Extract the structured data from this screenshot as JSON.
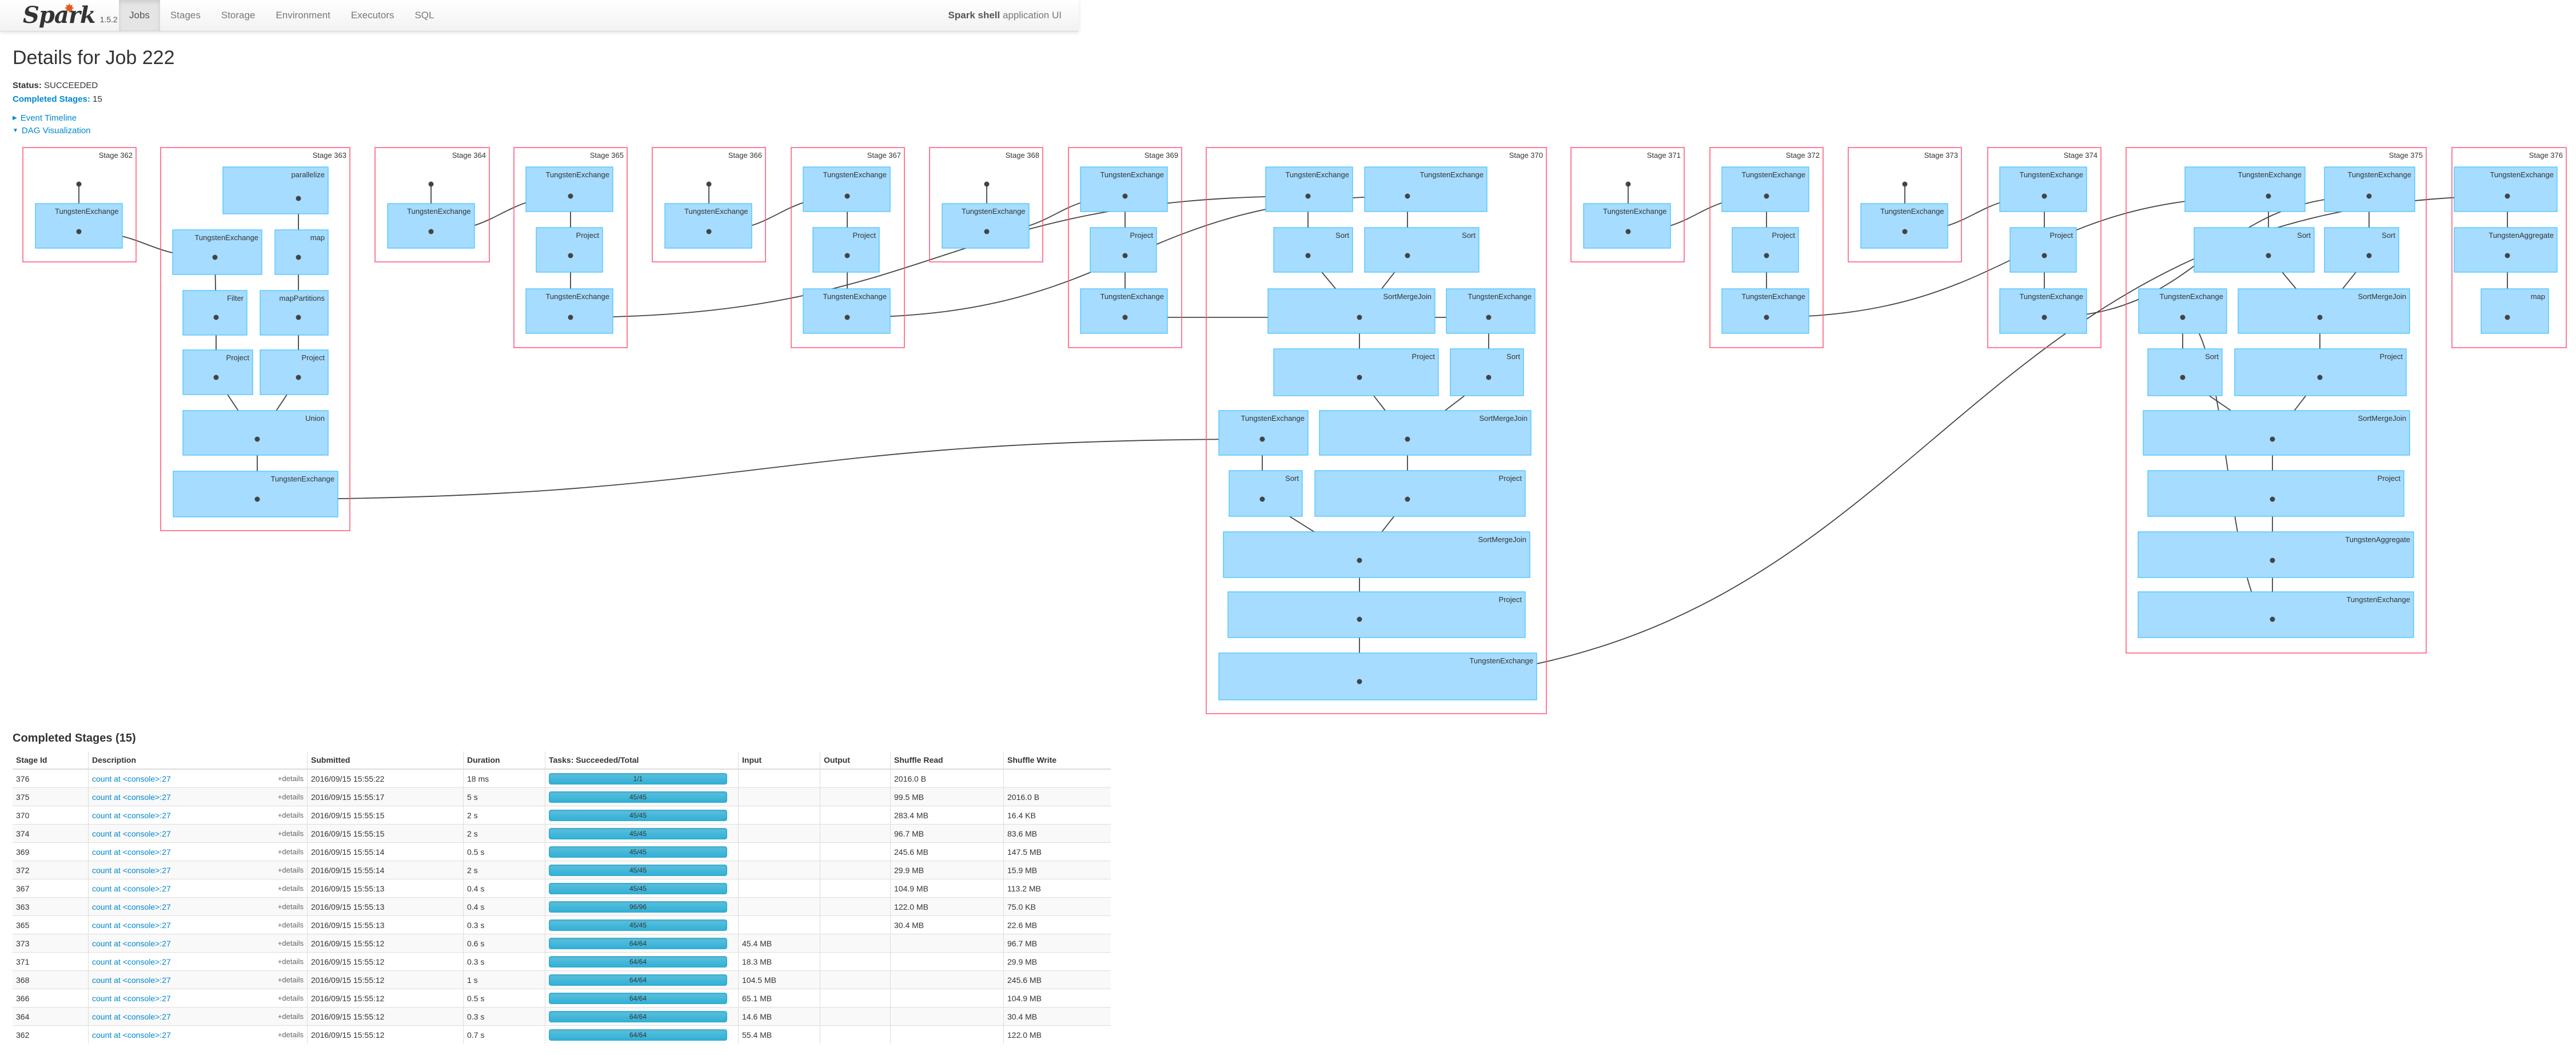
{
  "nav": {
    "brand": "Spark",
    "version": "1.5.2",
    "tabs": [
      {
        "label": "Jobs",
        "active": true
      },
      {
        "label": "Stages",
        "active": false
      },
      {
        "label": "Storage",
        "active": false
      },
      {
        "label": "Environment",
        "active": false
      },
      {
        "label": "Executors",
        "active": false
      },
      {
        "label": "SQL",
        "active": false
      }
    ],
    "app_name_bold": "Spark shell",
    "app_name_rest": "application UI"
  },
  "page": {
    "title": "Details for Job 222",
    "status_label": "Status:",
    "status_value": "SUCCEEDED",
    "completed_label": "Completed Stages:",
    "completed_value": "15",
    "event_timeline": "Event Timeline",
    "dag_visualization": "DAG Visualization"
  },
  "dag": {
    "stages": [
      {
        "label": "Stage 362",
        "ops": [
          "TungstenExchange"
        ]
      },
      {
        "label": "Stage 363",
        "ops": [
          "parallelize",
          "TungstenExchange",
          "map",
          "Filter",
          "mapPartitions",
          "Project",
          "Project",
          "Union",
          "TungstenExchange"
        ]
      },
      {
        "label": "Stage 364",
        "ops": [
          "TungstenExchange"
        ]
      },
      {
        "label": "Stage 365",
        "ops": [
          "TungstenExchange",
          "Project",
          "TungstenExchange"
        ]
      },
      {
        "label": "Stage 366",
        "ops": [
          "TungstenExchange"
        ]
      },
      {
        "label": "Stage 367",
        "ops": [
          "TungstenExchange",
          "Project",
          "TungstenExchange"
        ]
      },
      {
        "label": "Stage 368",
        "ops": [
          "TungstenExchange"
        ]
      },
      {
        "label": "Stage 369",
        "ops": [
          "TungstenExchange",
          "Project",
          "TungstenExchange"
        ]
      },
      {
        "label": "Stage 370",
        "ops": [
          "TungstenExchange",
          "TungstenExchange",
          "Sort",
          "Sort",
          "SortMergeJoin",
          "TungstenExchange",
          "Project",
          "Sort",
          "TungstenExchange",
          "SortMergeJoin",
          "Sort",
          "Project",
          "SortMergeJoin",
          "Project",
          "TungstenExchange"
        ]
      },
      {
        "label": "Stage 371",
        "ops": [
          "TungstenExchange"
        ]
      },
      {
        "label": "Stage 372",
        "ops": [
          "TungstenExchange",
          "Project",
          "TungstenExchange"
        ]
      },
      {
        "label": "Stage 373",
        "ops": [
          "TungstenExchange"
        ]
      },
      {
        "label": "Stage 374",
        "ops": [
          "TungstenExchange",
          "Project",
          "TungstenExchange"
        ]
      },
      {
        "label": "Stage 375",
        "ops": [
          "TungstenExchange",
          "TungstenExchange",
          "Sort",
          "Sort",
          "TungstenExchange",
          "SortMergeJoin",
          "Sort",
          "Project",
          "SortMergeJoin",
          "Project",
          "TungstenAggregate",
          "TungstenExchange"
        ]
      },
      {
        "label": "Stage 376",
        "ops": [
          "TungstenExchange",
          "TungstenAggregate",
          "map"
        ]
      }
    ]
  },
  "table": {
    "section_title": "Completed Stages (15)",
    "headers": [
      "Stage Id",
      "Description",
      "Submitted",
      "Duration",
      "Tasks: Succeeded/Total",
      "Input",
      "Output",
      "Shuffle Read",
      "Shuffle Write"
    ],
    "details_label": "+details",
    "rows": [
      {
        "id": "376",
        "desc": "count at <console>:27",
        "submitted": "2016/09/15 15:55:22",
        "duration": "18 ms",
        "tasks": "1/1",
        "input": "",
        "output": "",
        "shuffle_read": "2016.0 B",
        "shuffle_write": ""
      },
      {
        "id": "375",
        "desc": "count at <console>:27",
        "submitted": "2016/09/15 15:55:17",
        "duration": "5 s",
        "tasks": "45/45",
        "input": "",
        "output": "",
        "shuffle_read": "99.5 MB",
        "shuffle_write": "2016.0 B"
      },
      {
        "id": "370",
        "desc": "count at <console>:27",
        "submitted": "2016/09/15 15:55:15",
        "duration": "2 s",
        "tasks": "45/45",
        "input": "",
        "output": "",
        "shuffle_read": "283.4 MB",
        "shuffle_write": "16.4 KB"
      },
      {
        "id": "374",
        "desc": "count at <console>:27",
        "submitted": "2016/09/15 15:55:15",
        "duration": "2 s",
        "tasks": "45/45",
        "input": "",
        "output": "",
        "shuffle_read": "96.7 MB",
        "shuffle_write": "83.6 MB"
      },
      {
        "id": "369",
        "desc": "count at <console>:27",
        "submitted": "2016/09/15 15:55:14",
        "duration": "0.5 s",
        "tasks": "45/45",
        "input": "",
        "output": "",
        "shuffle_read": "245.6 MB",
        "shuffle_write": "147.5 MB"
      },
      {
        "id": "372",
        "desc": "count at <console>:27",
        "submitted": "2016/09/15 15:55:14",
        "duration": "2 s",
        "tasks": "45/45",
        "input": "",
        "output": "",
        "shuffle_read": "29.9 MB",
        "shuffle_write": "15.9 MB"
      },
      {
        "id": "367",
        "desc": "count at <console>:27",
        "submitted": "2016/09/15 15:55:13",
        "duration": "0.4 s",
        "tasks": "45/45",
        "input": "",
        "output": "",
        "shuffle_read": "104.9 MB",
        "shuffle_write": "113.2 MB"
      },
      {
        "id": "363",
        "desc": "count at <console>:27",
        "submitted": "2016/09/15 15:55:13",
        "duration": "0.4 s",
        "tasks": "96/96",
        "input": "",
        "output": "",
        "shuffle_read": "122.0 MB",
        "shuffle_write": "75.0 KB"
      },
      {
        "id": "365",
        "desc": "count at <console>:27",
        "submitted": "2016/09/15 15:55:13",
        "duration": "0.3 s",
        "tasks": "45/45",
        "input": "",
        "output": "",
        "shuffle_read": "30.4 MB",
        "shuffle_write": "22.6 MB"
      },
      {
        "id": "373",
        "desc": "count at <console>:27",
        "submitted": "2016/09/15 15:55:12",
        "duration": "0.6 s",
        "tasks": "64/64",
        "input": "45.4 MB",
        "output": "",
        "shuffle_read": "",
        "shuffle_write": "96.7 MB"
      },
      {
        "id": "371",
        "desc": "count at <console>:27",
        "submitted": "2016/09/15 15:55:12",
        "duration": "0.3 s",
        "tasks": "64/64",
        "input": "18.3 MB",
        "output": "",
        "shuffle_read": "",
        "shuffle_write": "29.9 MB"
      },
      {
        "id": "368",
        "desc": "count at <console>:27",
        "submitted": "2016/09/15 15:55:12",
        "duration": "1 s",
        "tasks": "64/64",
        "input": "104.5 MB",
        "output": "",
        "shuffle_read": "",
        "shuffle_write": "245.6 MB"
      },
      {
        "id": "366",
        "desc": "count at <console>:27",
        "submitted": "2016/09/15 15:55:12",
        "duration": "0.5 s",
        "tasks": "64/64",
        "input": "65.1 MB",
        "output": "",
        "shuffle_read": "",
        "shuffle_write": "104.9 MB"
      },
      {
        "id": "364",
        "desc": "count at <console>:27",
        "submitted": "2016/09/15 15:55:12",
        "duration": "0.3 s",
        "tasks": "64/64",
        "input": "14.6 MB",
        "output": "",
        "shuffle_read": "",
        "shuffle_write": "30.4 MB"
      },
      {
        "id": "362",
        "desc": "count at <console>:27",
        "submitted": "2016/09/15 15:55:12",
        "duration": "0.7 s",
        "tasks": "64/64",
        "input": "55.4 MB",
        "output": "",
        "shuffle_read": "",
        "shuffle_write": "122.0 MB"
      }
    ]
  }
}
